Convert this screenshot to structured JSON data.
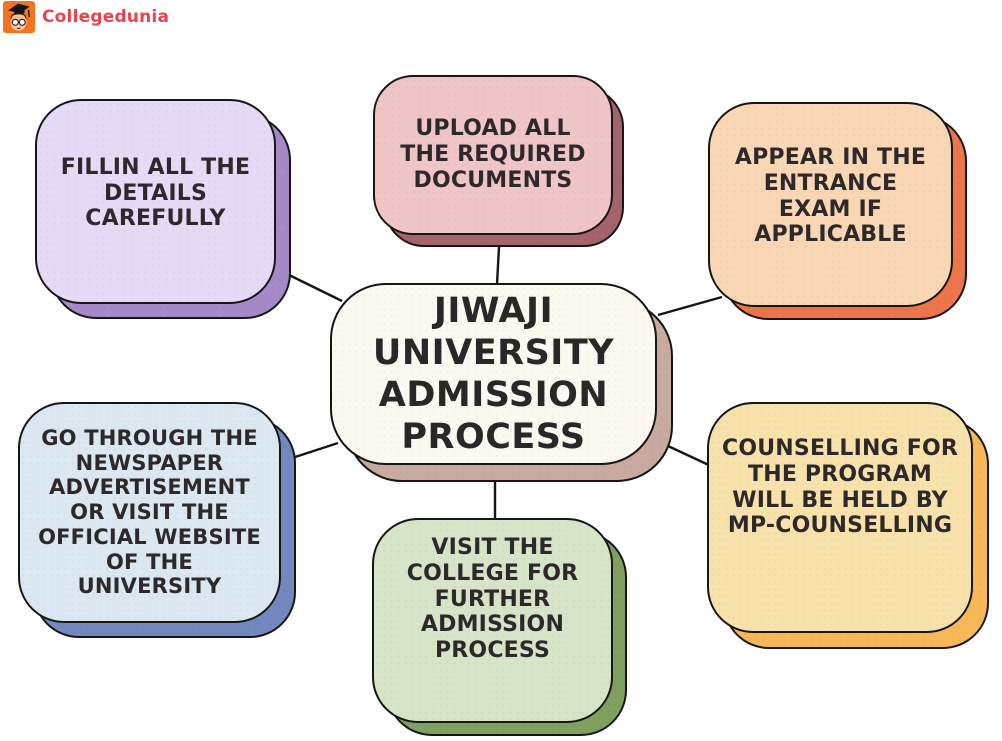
{
  "brand": {
    "name": "Collegedunia",
    "logo_icon": "graduate-student-icon",
    "logo_bg": "#F4731F",
    "name_color": "#E94350"
  },
  "diagram": {
    "title_node": {
      "label": "JIWAJI\nUNIVERSITY\nADMISSION\nPROCESS",
      "fill": "#FCF9F0",
      "shadow": "#C9AA9F"
    },
    "nodes": [
      {
        "id": "fill-details",
        "label": "FILLIN ALL THE\nDETAILS\nCAREFULLY",
        "fill": "#E6DBF7",
        "shadow": "#A689C8"
      },
      {
        "id": "upload-documents",
        "label": "UPLOAD ALL\nTHE REQUIRED\nDOCUMENTS",
        "fill": "#F0C5C8",
        "shadow": "#A5646C"
      },
      {
        "id": "entrance-exam",
        "label": "APPEAR IN THE\nENTRANCE\nEXAM IF\nAPPLICABLE",
        "fill": "#F9D7B4",
        "shadow": "#EC7549"
      },
      {
        "id": "newspaper-website",
        "label": "GO THROUGH THE\nNEWSPAPER\nADVERTISEMENT\nOR VISIT THE\nOFFICIAL WEBSITE\nOF THE\nUNIVERSITY",
        "fill": "#DBE8F1",
        "shadow": "#7288BF"
      },
      {
        "id": "visit-college",
        "label": "VISIT THE\nCOLLEGE FOR\nFURTHER\nADMISSION\nPROCESS",
        "fill": "#D6E4C8",
        "shadow": "#7FA05E"
      },
      {
        "id": "mp-counselling",
        "label": "COUNSELLING FOR\nTHE PROGRAM\nWILL BE HELD BY\nMP-COUNSELLING",
        "fill": "#F7E2AC",
        "shadow": "#F8B85A"
      }
    ],
    "text_color": "#2d292a",
    "line_color": "#161616"
  }
}
